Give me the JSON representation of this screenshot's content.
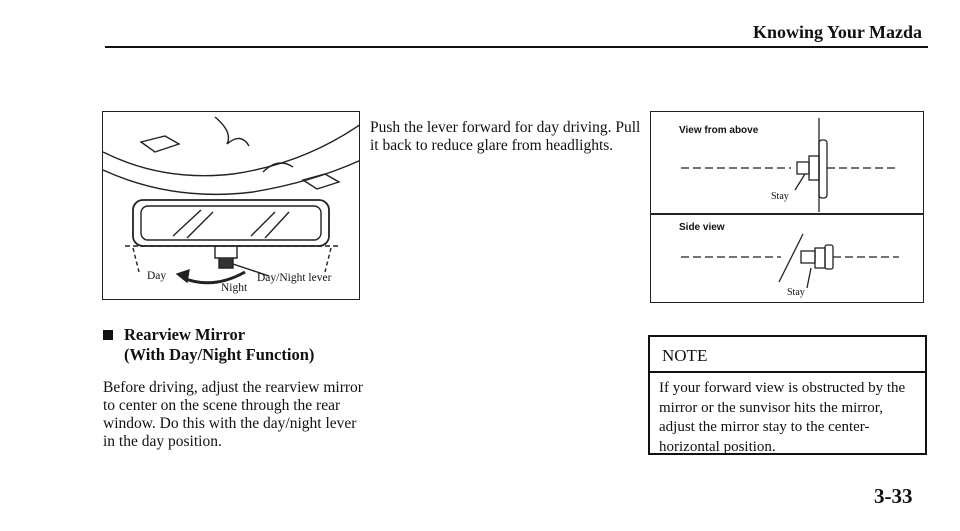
{
  "header": {
    "title": "Knowing Your Mazda"
  },
  "figure_left": {
    "day_label": "Day",
    "lever_label": "Day/Night lever",
    "night_label": "Night"
  },
  "figure_right": {
    "top_panel_label": "View from above",
    "top_stay_label": "Stay",
    "bottom_panel_label": "Side view",
    "bottom_stay_label": "Stay"
  },
  "section": {
    "heading_line1": "Rearview Mirror",
    "heading_line2": "(With Day/Night Function)",
    "body": "Before driving, adjust the rearview mirror to center on the scene through the rear window. Do this with the day/night lever in the day position."
  },
  "middle_text": "Push the lever forward for day driving. Pull it back to reduce glare from headlights.",
  "note": {
    "title": "NOTE",
    "text": "If your forward view is obstructed by the mirror or the sunvisor hits the mirror, adjust the mirror stay to the center-horizontal position."
  },
  "page_number": "3-33"
}
